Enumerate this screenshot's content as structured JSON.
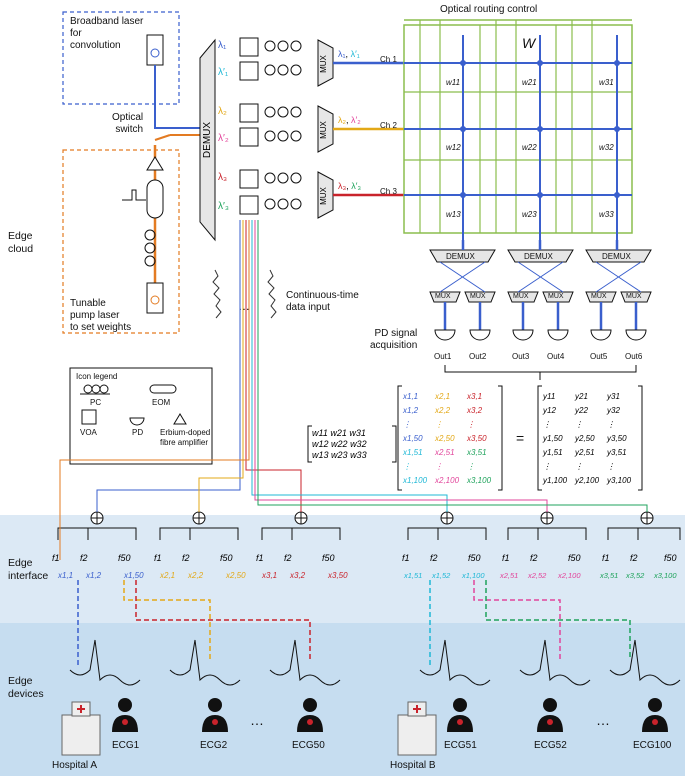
{
  "zones": {
    "edge_cloud": "Edge\ncloud",
    "edge_interface": "Edge\ninterface",
    "edge_devices": "Edge\ndevices"
  },
  "top": {
    "broadband_laser": "Broadband laser\nfor\nconvolution",
    "optical_switch": "Optical\nswitch",
    "tunable_laser": "Tunable\npump laser\nto set weights",
    "routing_control": "Optical routing control",
    "matrix_label": "W",
    "continuous_input": "Continuous-time\ndata input",
    "pd_acquisition": "PD signal\nacquisition",
    "demux": "DEMUX",
    "mux": "MUX",
    "channels": [
      "Ch 1",
      "Ch 2",
      "Ch 3"
    ],
    "outputs": [
      "Out1",
      "Out2",
      "Out3",
      "Out4",
      "Out5",
      "Out6"
    ],
    "weights": [
      "w11",
      "w21",
      "w31",
      "w12",
      "w22",
      "w32",
      "w13",
      "w23",
      "w33"
    ]
  },
  "legend": {
    "title": "Icon legend",
    "items": [
      "PC",
      "EOM",
      "VOA",
      "PD",
      "Erbium-doped\nfibre amplifier"
    ]
  },
  "equation": {
    "w_matrix": [
      [
        "w11",
        "w21",
        "w31"
      ],
      [
        "w12",
        "w22",
        "w32"
      ],
      [
        "w13",
        "w23",
        "w33"
      ]
    ],
    "x_matrix": [
      [
        "x1,1",
        "x2,1",
        "x3,1"
      ],
      [
        "x1,2",
        "x2,2",
        "x3,2"
      ],
      [
        "⋮",
        "⋮",
        "⋮"
      ],
      [
        "x1,50",
        "x2,50",
        "x3,50"
      ],
      [
        "x1,51",
        "x2,51",
        "x3,51"
      ],
      [
        "⋮",
        "⋮",
        "⋮"
      ],
      [
        "x1,100",
        "x2,100",
        "x3,100"
      ]
    ],
    "y_matrix": [
      [
        "y11",
        "y21",
        "y31"
      ],
      [
        "y12",
        "y22",
        "y32"
      ],
      [
        "⋮",
        "⋮",
        "⋮"
      ],
      [
        "y1,50",
        "y2,50",
        "y3,50"
      ],
      [
        "y1,51",
        "y2,51",
        "y3,51"
      ],
      [
        "⋮",
        "⋮",
        "⋮"
      ],
      [
        "y1,100",
        "y2,100",
        "y3,100"
      ]
    ],
    "equals": "="
  },
  "bottom": {
    "hospitals": [
      "Hospital A",
      "Hospital B"
    ],
    "ecg_labels": [
      "ECG1",
      "ECG2",
      "ECG50",
      "ECG51",
      "ECG52",
      "ECG100"
    ],
    "ellipsis": "…",
    "freq_labels_a": [
      "f1",
      "f2",
      "f50",
      "f1",
      "f2",
      "f50",
      "f1",
      "f2",
      "f50"
    ],
    "x_labels_a": [
      "x1,1",
      "x1,2",
      "x1,50",
      "x2,1",
      "x2,2",
      "x2,50",
      "x3,1",
      "x3,2",
      "x3,50"
    ],
    "x_labels_b": [
      "x1,51",
      "x1,52",
      "x1,100",
      "x2,51",
      "x2,52",
      "x2,100",
      "x3,51",
      "x3,52",
      "x3,100"
    ]
  },
  "colors": {
    "blue": "#3a5fcd",
    "orange": "#e37b22",
    "yellow": "#e3a817",
    "magenta": "#e2459b",
    "red": "#c9232b",
    "cyan": "#1fb8d6",
    "green": "#1fa35c",
    "routing_green": "#8bbd4e",
    "band_top": "#dce9f5",
    "band_bottom": "#c8def0"
  }
}
